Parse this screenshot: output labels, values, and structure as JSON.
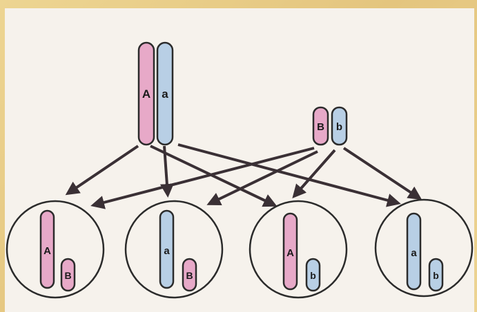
{
  "colors": {
    "pink": "#e7a9c8",
    "blue": "#b8cfe5",
    "outline": "#2b2b2b",
    "arrow": "#3a3035",
    "cell_fill": "#f6f2ec",
    "frame": "#e9cf8b"
  },
  "parent_pairs": [
    {
      "pair": "A-a",
      "alleles": [
        {
          "label": "A",
          "color": "pink"
        },
        {
          "label": "a",
          "color": "blue"
        }
      ]
    },
    {
      "pair": "B-b",
      "alleles": [
        {
          "label": "B",
          "color": "pink"
        },
        {
          "label": "b",
          "color": "blue"
        }
      ]
    }
  ],
  "gametes": [
    {
      "long": {
        "label": "A",
        "color": "pink"
      },
      "short": {
        "label": "B",
        "color": "pink"
      }
    },
    {
      "long": {
        "label": "a",
        "color": "blue"
      },
      "short": {
        "label": "B",
        "color": "pink"
      }
    },
    {
      "long": {
        "label": "A",
        "color": "pink"
      },
      "short": {
        "label": "b",
        "color": "blue"
      }
    },
    {
      "long": {
        "label": "a",
        "color": "blue"
      },
      "short": {
        "label": "b",
        "color": "blue"
      }
    }
  ]
}
